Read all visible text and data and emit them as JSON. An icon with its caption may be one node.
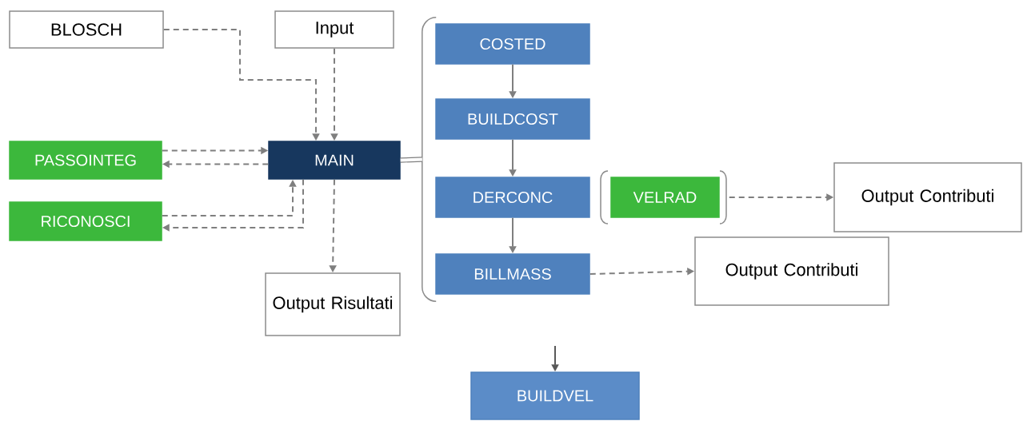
{
  "diagram": {
    "nodes": [
      {
        "text": [
          "BLOSCH"
        ]
      },
      {
        "text": [
          "Input"
        ]
      },
      {
        "text": [
          "PASSOINTEG"
        ]
      },
      {
        "text": [
          "MAIN"
        ]
      },
      {
        "text": [
          "RICONOSCI"
        ]
      },
      {
        "text": [
          "Output Risultati"
        ]
      },
      {
        "text": [
          "COSTED"
        ]
      },
      {
        "text": [
          "BUILDCOST"
        ]
      },
      {
        "text": [
          "DERCONC"
        ]
      },
      {
        "text": [
          "VELRAD"
        ]
      },
      {
        "text": [
          "Output Contributi"
        ]
      },
      {
        "text": [
          "BILLMASS"
        ]
      },
      {
        "text": [
          "Output Contributi"
        ]
      },
      {
        "text": [
          "BUILDVEL"
        ]
      },
      {
        "text": [],
        "shape": "bracket"
      }
    ],
    "edges": [
      {
        "from": 0,
        "to": 3,
        "arrow": "to",
        "style": "dashed"
      },
      {
        "from": 1,
        "to": 3,
        "arrow": "to",
        "style": "dashed"
      },
      {
        "from": 2,
        "to": 3,
        "arrow": "to",
        "style": "dashed"
      },
      {
        "from": 3,
        "to": 2,
        "arrow": "to",
        "style": "dashed"
      },
      {
        "from": 4,
        "to": 3,
        "arrow": "to",
        "style": "dashed"
      },
      {
        "from": 3,
        "to": 4,
        "arrow": "to",
        "style": "dashed"
      },
      {
        "from": 3,
        "to": 5,
        "arrow": "to",
        "style": "dashed"
      },
      {
        "from": 3,
        "to": 14,
        "arrow": "none",
        "style": "thick"
      },
      {
        "from": 6,
        "to": 7,
        "arrow": "to"
      },
      {
        "from": 7,
        "to": 8,
        "arrow": "to"
      },
      {
        "from": 8,
        "to": 11,
        "arrow": "to"
      },
      {
        "from": 9,
        "to": 10,
        "arrow": "to",
        "style": "dashed"
      },
      {
        "from": 11,
        "to": 12,
        "arrow": "to",
        "style": "dashed"
      },
      {
        "from": null,
        "to": 13,
        "arrow": "to",
        "color": "#595959"
      }
    ]
  }
}
